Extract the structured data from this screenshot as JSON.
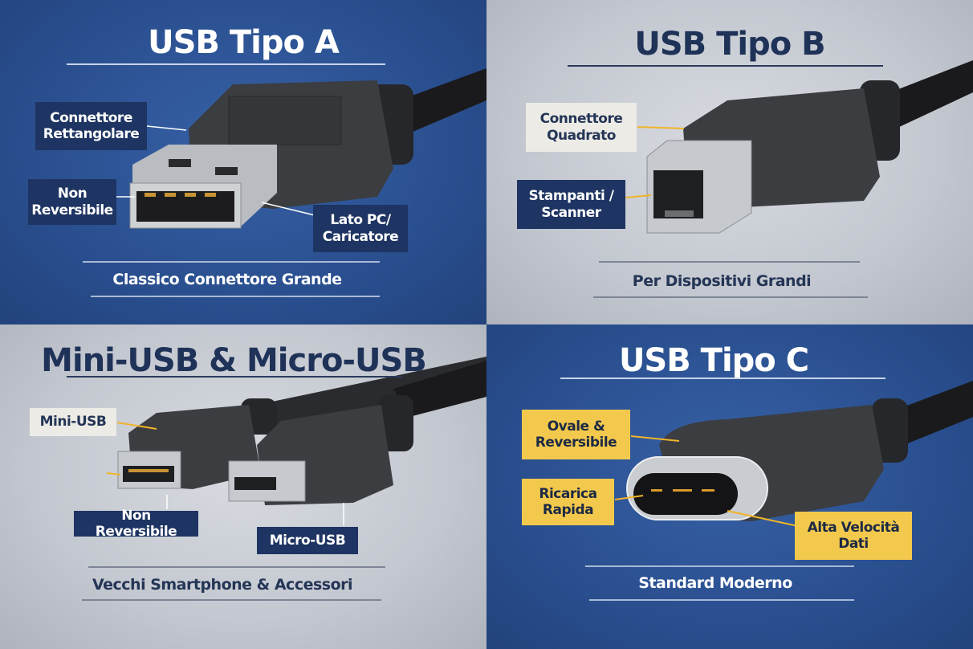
{
  "panels": {
    "type_a": {
      "title": "USB Tipo A",
      "labels": {
        "shape": "Connettore\nRettangolare",
        "reversible": "Non\nReversibile",
        "side": "Lato PC/\nCaricatore"
      },
      "footer": "Classico Connettore Grande"
    },
    "type_b": {
      "title": "USB Tipo B",
      "labels": {
        "shape": "Connettore\nQuadrato",
        "use": "Stampanti /\nScanner"
      },
      "footer": "Per Dispositivi Grandi"
    },
    "mini_micro": {
      "title": "Mini-USB & Micro-USB",
      "labels": {
        "mini": "Mini-USB",
        "reversible": "Non Reversibile",
        "micro": "Micro-USB"
      },
      "footer": "Vecchi Smartphone & Accessori"
    },
    "type_c": {
      "title": "USB Tipo C",
      "labels": {
        "shape": "Ovale &\nReversibile",
        "charge": "Ricarica\nRapida",
        "speed": "Alta Velocità\nDati"
      },
      "footer": "Standard Moderno"
    }
  },
  "colors": {
    "blue_bg": "#2d5394",
    "gray_bg": "#c3c7cf",
    "label_dark": "#1e3462",
    "label_light": "#ecebe6",
    "label_yellow": "#f3c94d",
    "accent_line": "#f0b429"
  }
}
